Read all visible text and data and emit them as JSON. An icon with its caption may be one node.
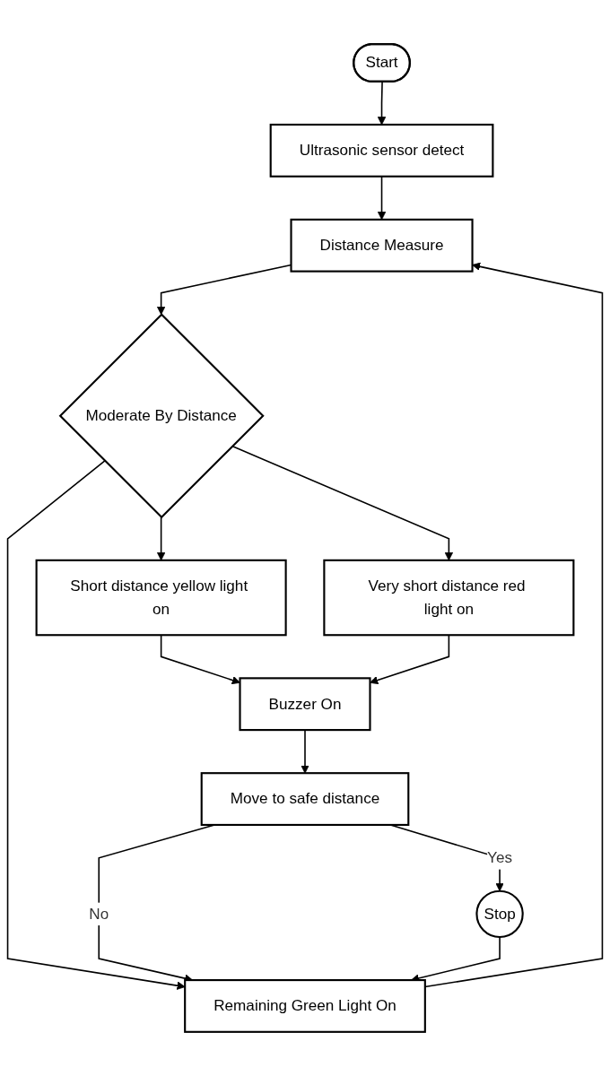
{
  "diagram": {
    "nodes": [
      {
        "text": [
          "Start"
        ]
      },
      {
        "text": [
          "Ultrasonic sensor detect"
        ]
      },
      {
        "text": [
          "Distance Measure"
        ]
      },
      {
        "text": [
          "Moderate By Distance"
        ]
      },
      {
        "text": [
          "Short distance yellow light on"
        ]
      },
      {
        "text": [
          "Very short distance red light on"
        ]
      },
      {
        "text": [
          "Remaining Green Light On"
        ]
      },
      {
        "text": [
          "Buzzer On"
        ]
      },
      {
        "text": [
          "Move to safe distance"
        ]
      },
      {
        "text": [
          "Stop"
        ]
      }
    ],
    "edges": [
      {
        "from": 0,
        "to": 1,
        "arrow": "to"
      },
      {
        "from": 1,
        "to": 2,
        "arrow": "to"
      },
      {
        "from": 2,
        "to": 3,
        "arrow": "to"
      },
      {
        "from": 3,
        "to": 4,
        "arrow": "to"
      },
      {
        "from": 3,
        "to": 5,
        "arrow": "to"
      },
      {
        "from": 3,
        "to": 6,
        "arrow": "to"
      },
      {
        "from": 6,
        "to": 2,
        "arrow": "to"
      },
      {
        "from": 4,
        "to": 7,
        "arrow": "to"
      },
      {
        "from": 5,
        "to": 7,
        "arrow": "to"
      },
      {
        "from": 7,
        "to": 8,
        "arrow": "to"
      },
      {
        "from": 8,
        "to": 6,
        "label": "No",
        "arrow": "to"
      },
      {
        "from": 8,
        "to": 9,
        "label": "Yes",
        "arrow": "to"
      },
      {
        "from": 9,
        "to": 6,
        "arrow": "to"
      }
    ]
  }
}
